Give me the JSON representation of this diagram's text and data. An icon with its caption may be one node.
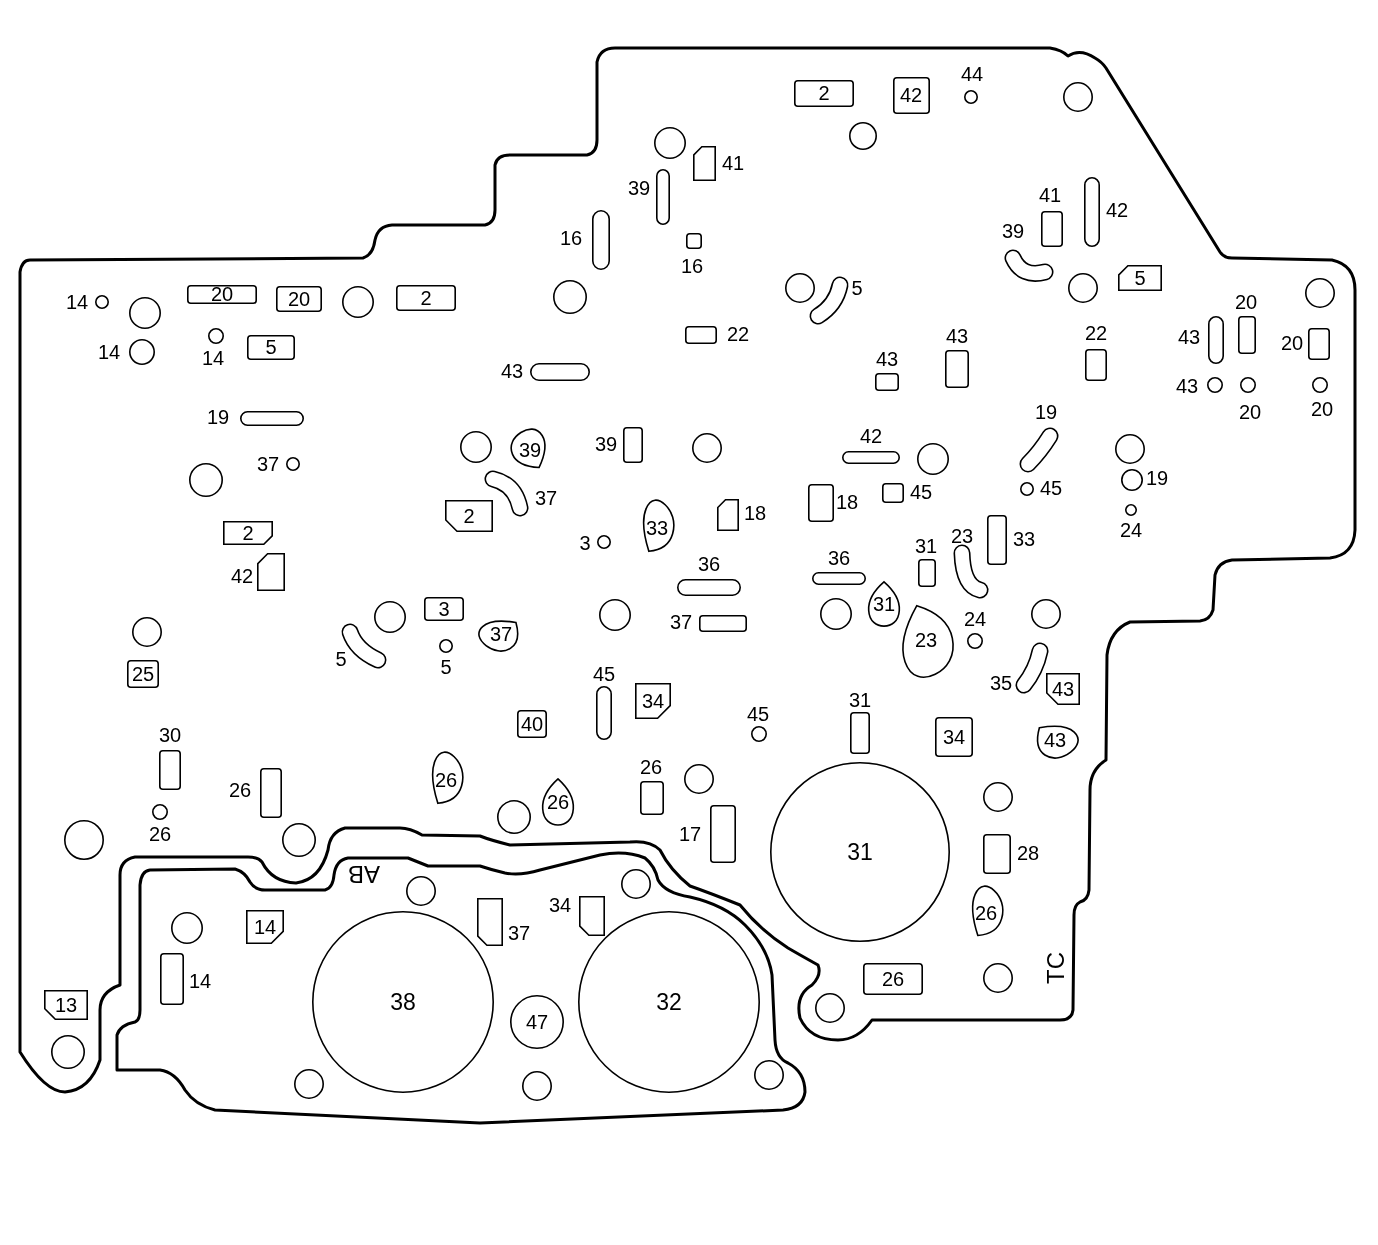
{
  "diagram": {
    "nodes": [
      {
        "text": [
          "2"
        ]
      },
      {
        "text": [
          "42"
        ]
      },
      {
        "text": [],
        "shape": "circle",
        "beside": [
          "44"
        ]
      },
      {
        "text": [],
        "shape": "circle"
      },
      {
        "text": [],
        "shape": "circle"
      },
      {
        "text": [],
        "shape": "circle"
      },
      {
        "text": [],
        "shape": "trapezoid",
        "beside": [
          "41"
        ]
      },
      {
        "text": [],
        "shape": "slot",
        "beside": [
          "39"
        ]
      },
      {
        "text": [],
        "shape": "slot",
        "beside": [
          "16"
        ]
      },
      {
        "text": [],
        "shape": "box",
        "beside": [
          "16"
        ]
      },
      {
        "text": [],
        "shape": "box",
        "beside": [
          "41"
        ]
      },
      {
        "text": [],
        "shape": "slot",
        "beside": [
          "42"
        ]
      },
      {
        "text": [],
        "shape": "slot",
        "beside": [
          "39"
        ]
      },
      {
        "text": [],
        "shape": "circle"
      },
      {
        "text": [
          "5"
        ]
      },
      {
        "text": [],
        "shape": "circle"
      },
      {
        "text": [],
        "shape": "slot",
        "beside": [
          "5"
        ]
      },
      {
        "text": [],
        "shape": "circle"
      },
      {
        "text": [],
        "shape": "circle"
      },
      {
        "text": [],
        "shape": "circle",
        "beside": [
          "14"
        ]
      },
      {
        "text": [],
        "shape": "circle"
      },
      {
        "text": [
          "20"
        ]
      },
      {
        "text": [
          "20"
        ]
      },
      {
        "text": [],
        "shape": "circle"
      },
      {
        "text": [
          "2"
        ]
      },
      {
        "text": [],
        "shape": "circle",
        "beside": [
          "14"
        ]
      },
      {
        "text": [],
        "shape": "circle",
        "beside": [
          "14"
        ]
      },
      {
        "text": [
          "5"
        ]
      },
      {
        "text": [],
        "shape": "box",
        "beside": [
          "22"
        ]
      },
      {
        "text": [],
        "shape": "slot",
        "beside": [
          "43"
        ]
      },
      {
        "text": [],
        "shape": "box",
        "beside": [
          "43"
        ]
      },
      {
        "text": [],
        "shape": "box",
        "beside": [
          "43"
        ]
      },
      {
        "text": [],
        "shape": "box",
        "beside": [
          "22"
        ]
      },
      {
        "text": [],
        "shape": "slot",
        "beside": [
          "43"
        ]
      },
      {
        "text": [],
        "shape": "box",
        "beside": [
          "20"
        ]
      },
      {
        "text": [],
        "shape": "box",
        "beside": [
          "20"
        ]
      },
      {
        "text": [],
        "shape": "circle",
        "beside": [
          "43"
        ]
      },
      {
        "text": [],
        "shape": "circle",
        "beside": [
          "20"
        ]
      },
      {
        "text": [],
        "shape": "circle",
        "beside": [
          "20"
        ]
      },
      {
        "text": [],
        "shape": "slot",
        "beside": [
          "19"
        ]
      },
      {
        "text": [],
        "shape": "circle"
      },
      {
        "text": [
          "39"
        ]
      },
      {
        "text": [],
        "shape": "box",
        "beside": [
          "39"
        ]
      },
      {
        "text": [],
        "shape": "circle"
      },
      {
        "text": [],
        "shape": "slot",
        "beside": [
          "42"
        ]
      },
      {
        "text": [],
        "shape": "circle"
      },
      {
        "text": [],
        "shape": "slot",
        "beside": [
          "19"
        ]
      },
      {
        "text": [],
        "shape": "circle"
      },
      {
        "text": [],
        "shape": "circle",
        "beside": [
          "37"
        ]
      },
      {
        "text": [],
        "shape": "circle"
      },
      {
        "text": [],
        "shape": "slot",
        "beside": [
          "37"
        ]
      },
      {
        "text": [],
        "shape": "box",
        "beside": [
          "45"
        ]
      },
      {
        "text": [],
        "shape": "circle",
        "beside": [
          "45"
        ]
      },
      {
        "text": [],
        "shape": "circle",
        "beside": [
          "19"
        ]
      },
      {
        "text": [],
        "shape": "box",
        "beside": [
          "18"
        ]
      },
      {
        "text": [],
        "shape": "trapezoid",
        "beside": [
          "18"
        ]
      },
      {
        "text": [
          "2"
        ]
      },
      {
        "text": [
          "33"
        ]
      },
      {
        "text": [],
        "shape": "circle",
        "beside": [
          "24"
        ]
      },
      {
        "text": [
          "2"
        ]
      },
      {
        "text": [],
        "shape": "circle",
        "beside": [
          "3"
        ]
      },
      {
        "text": [],
        "shape": "box",
        "beside": [
          "33"
        ]
      },
      {
        "text": [],
        "shape": "box",
        "beside": [
          "31"
        ]
      },
      {
        "text": [],
        "shape": "slot",
        "beside": [
          "23"
        ]
      },
      {
        "text": [],
        "shape": "trapezoid",
        "beside": [
          "42"
        ]
      },
      {
        "text": [],
        "shape": "slot",
        "beside": [
          "36"
        ]
      },
      {
        "text": [],
        "shape": "slot",
        "beside": [
          "36"
        ]
      },
      {
        "text": [
          "31"
        ]
      },
      {
        "text": [
          "3"
        ]
      },
      {
        "text": [],
        "shape": "circle"
      },
      {
        "text": [],
        "shape": "circle"
      },
      {
        "text": [],
        "shape": "circle"
      },
      {
        "text": [],
        "shape": "circle"
      },
      {
        "text": [
          "23"
        ]
      },
      {
        "text": [],
        "shape": "circle",
        "beside": [
          "24"
        ]
      },
      {
        "text": [],
        "shape": "box",
        "beside": [
          "37"
        ]
      },
      {
        "text": [
          "37"
        ]
      },
      {
        "text": [],
        "shape": "slot",
        "beside": [
          "5"
        ]
      },
      {
        "text": [],
        "shape": "circle",
        "beside": [
          "5"
        ]
      },
      {
        "text": [],
        "shape": "circle"
      },
      {
        "text": [
          "25"
        ]
      },
      {
        "text": [],
        "shape": "slot",
        "beside": [
          "35"
        ]
      },
      {
        "text": [
          "43"
        ]
      },
      {
        "text": [],
        "shape": "slot",
        "beside": [
          "45"
        ]
      },
      {
        "text": [
          "34"
        ]
      },
      {
        "text": [
          "40"
        ]
      },
      {
        "text": [],
        "shape": "circle",
        "beside": [
          "45"
        ]
      },
      {
        "text": [],
        "shape": "box",
        "beside": [
          "31"
        ]
      },
      {
        "text": [
          "34"
        ]
      },
      {
        "text": [
          "43"
        ]
      },
      {
        "text": [],
        "shape": "box",
        "beside": [
          "30"
        ]
      },
      {
        "text": [],
        "shape": "box",
        "beside": [
          "26"
        ]
      },
      {
        "text": [
          "26"
        ]
      },
      {
        "text": [],
        "shape": "box",
        "beside": [
          "26"
        ]
      },
      {
        "text": [],
        "shape": "circle"
      },
      {
        "text": [
          "26"
        ]
      },
      {
        "text": [],
        "shape": "circle"
      },
      {
        "text": [],
        "shape": "circle",
        "beside": [
          "26"
        ]
      },
      {
        "text": [],
        "shape": "circle"
      },
      {
        "text": [],
        "shape": "circle"
      },
      {
        "text": [],
        "shape": "circle"
      },
      {
        "text": [],
        "shape": "box",
        "beside": [
          "17"
        ]
      },
      {
        "text": [
          "31"
        ]
      },
      {
        "text": [],
        "shape": "box",
        "beside": [
          "28"
        ]
      },
      {
        "text": [],
        "shape": "circle"
      },
      {
        "text": [],
        "shape": "circle"
      },
      {
        "text": [
          "14"
        ]
      },
      {
        "text": [],
        "shape": "circle"
      },
      {
        "text": [],
        "shape": "trapezoid",
        "beside": [
          "37"
        ]
      },
      {
        "text": [],
        "shape": "trapezoid",
        "beside": [
          "34"
        ]
      },
      {
        "text": [
          "26"
        ]
      },
      {
        "text": [],
        "shape": "box",
        "beside": [
          "14"
        ]
      },
      {
        "text": [
          "38"
        ]
      },
      {
        "text": [
          "32"
        ]
      },
      {
        "text": [
          "47"
        ]
      },
      {
        "text": [
          "26"
        ]
      },
      {
        "text": [],
        "shape": "circle"
      },
      {
        "text": [
          "13"
        ]
      },
      {
        "text": [],
        "shape": "circle"
      },
      {
        "text": [],
        "shape": "circle"
      },
      {
        "text": [],
        "shape": "circle"
      },
      {
        "text": [],
        "shape": "circle"
      },
      {
        "text": [],
        "shape": "circle"
      }
    ],
    "labels": [
      "AB",
      "TC"
    ]
  }
}
